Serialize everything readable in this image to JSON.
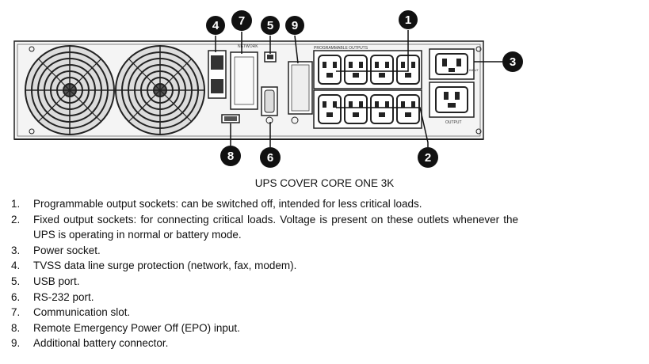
{
  "caption": "UPS COVER CORE ONE 3K",
  "callouts": [
    "1",
    "2",
    "3",
    "4",
    "5",
    "6",
    "7",
    "8",
    "9"
  ],
  "legend": [
    {
      "num": "1.",
      "text": "Programmable output sockets: can be switched off, intended for less critical loads."
    },
    {
      "num": "2.",
      "text": "Fixed output sockets: for connecting critical loads. Voltage is present on these outlets whenever the UPS is operating in normal or battery mode."
    },
    {
      "num": "3.",
      "text": "Power socket."
    },
    {
      "num": "4.",
      "text": "TVSS data line surge protection (network, fax, modem)."
    },
    {
      "num": "5.",
      "text": "USB port."
    },
    {
      "num": "6.",
      "text": "RS-232 port."
    },
    {
      "num": "7.",
      "text": "Communication slot."
    },
    {
      "num": "8.",
      "text": "Remote Emergency Power Off (EPO) input."
    },
    {
      "num": "9.",
      "text": "Additional battery connector."
    }
  ],
  "panel_labels": {
    "programmable_outputs": "PROGRAMMABLE OUTPUTS",
    "output": "OUTPUT",
    "input": "INPUT"
  }
}
